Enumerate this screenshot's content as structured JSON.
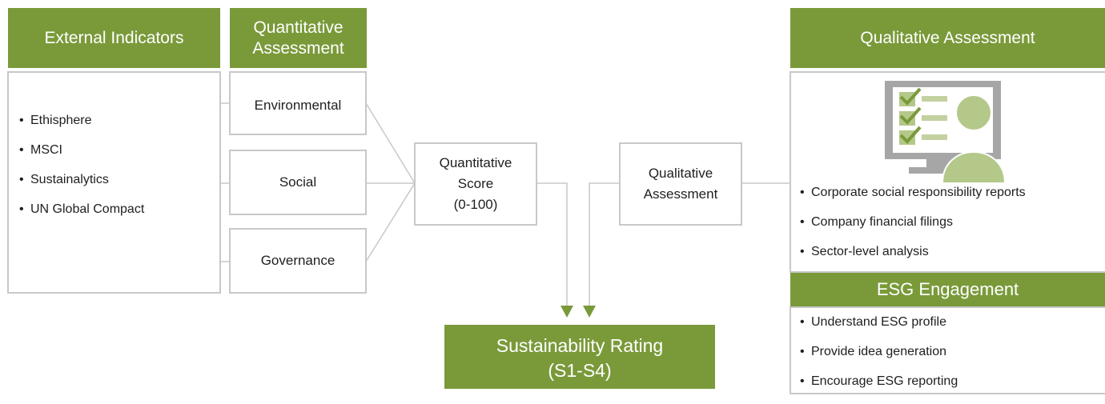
{
  "colors": {
    "accent_green": "#7a9a3a",
    "light_green": "#b4c88a",
    "border_gray": "#c8c8c8",
    "monitor_gray": "#a6a6a6"
  },
  "external_indicators": {
    "title": "External Indicators",
    "items": [
      "Ethisphere",
      "MSCI",
      "Sustainalytics",
      "UN Global Compact"
    ]
  },
  "quantitative_assessment": {
    "title": "Quantitative Assessment",
    "pillars": [
      "Environmental",
      "Social",
      "Governance"
    ]
  },
  "quantitative_score": {
    "line1": "Quantitative",
    "line2": "Score",
    "line3": "(0-100)"
  },
  "qualitative_box": {
    "line1": "Qualitative",
    "line2": "Assessment"
  },
  "qualitative_assessment": {
    "title": "Qualitative Assessment",
    "icon": "checklist-person-icon",
    "items": [
      "Corporate social responsibility reports",
      "Company financial filings",
      "Sector-level analysis"
    ]
  },
  "esg_engagement": {
    "title": "ESG Engagement",
    "items": [
      "Understand ESG profile",
      "Provide idea generation",
      "Encourage ESG reporting"
    ]
  },
  "sustainability_rating": {
    "line1": "Sustainability Rating",
    "line2": "(S1-S4)"
  }
}
